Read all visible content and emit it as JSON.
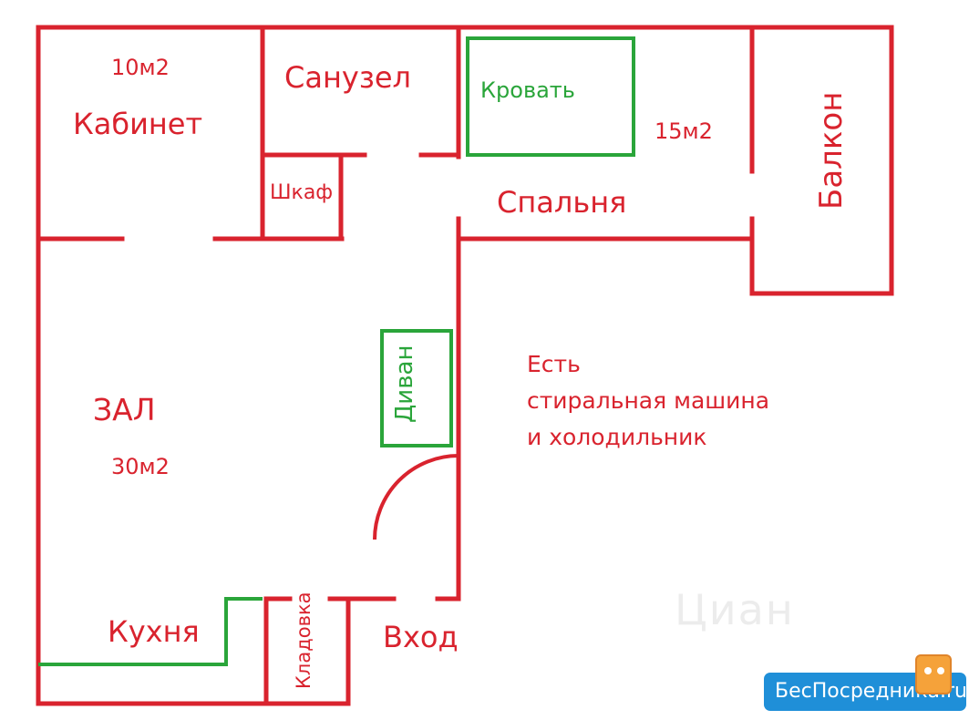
{
  "rooms": {
    "study": {
      "name": "Кабинет",
      "area": "10м2"
    },
    "bathroom": {
      "name": "Санузел"
    },
    "wardrobe": {
      "name": "Шкаф"
    },
    "bed": {
      "name": "Кровать"
    },
    "bedroom": {
      "name": "Спальня",
      "area": "15м2"
    },
    "balcony": {
      "name": "Балкон"
    },
    "hall": {
      "name": "ЗАЛ",
      "area": "30м2"
    },
    "sofa": {
      "name": "Диван"
    },
    "kitchen": {
      "name": "Кухня"
    },
    "pantry": {
      "name": "Кладовка"
    },
    "entrance": {
      "name": "Вход"
    }
  },
  "note": {
    "line1": "Есть",
    "line2": "стиральная машина",
    "line3": "и холодильник"
  },
  "watermark": {
    "text": "Циан",
    "badge": "БесПосредника.ru"
  },
  "colors": {
    "wall": "#d9232e",
    "furniture": "#2aa53a",
    "badge": "#1f8fd8"
  }
}
